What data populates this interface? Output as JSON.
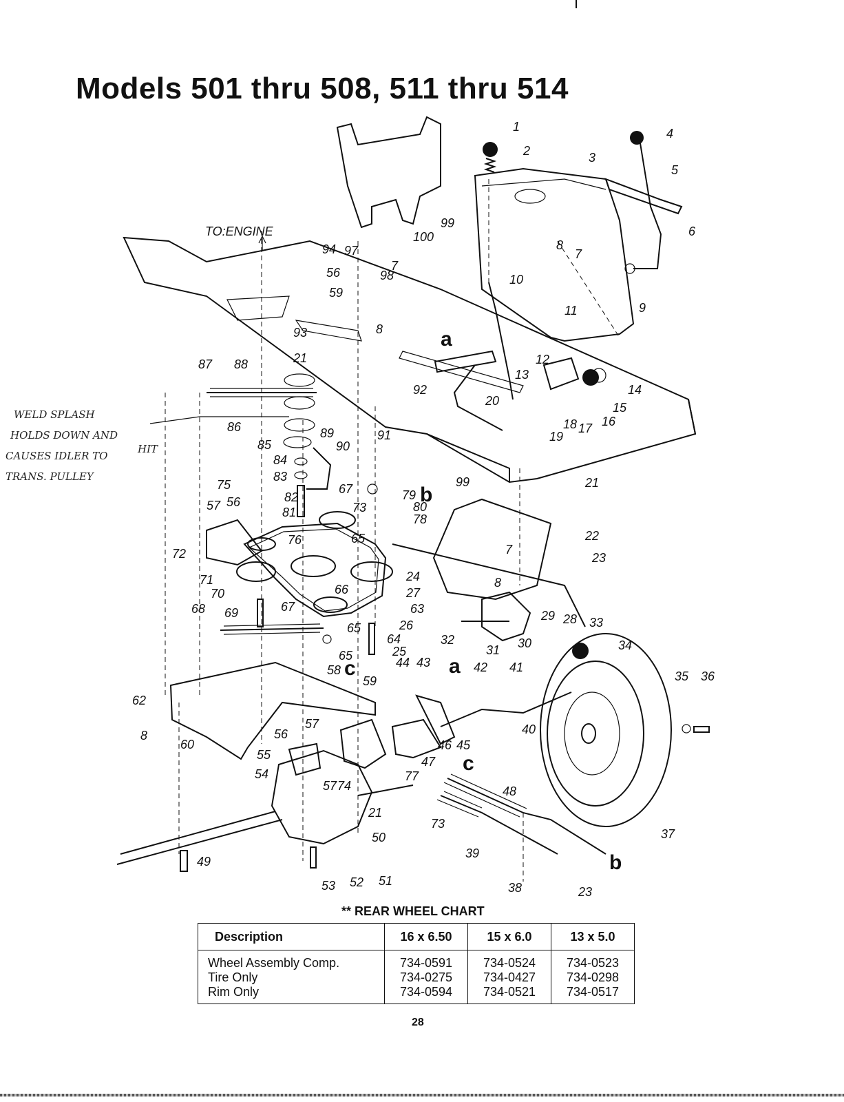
{
  "title": "Models 501 thru 508, 511 thru 514",
  "diagram": {
    "engine_label": "TO:ENGINE",
    "callouts": [
      "1",
      "2",
      "3",
      "4",
      "5",
      "6",
      "7",
      "8",
      "9",
      "10",
      "11",
      "12",
      "13",
      "14",
      "15",
      "16",
      "17",
      "18",
      "19",
      "20",
      "21",
      "22",
      "23",
      "24",
      "25",
      "26",
      "27",
      "28",
      "29",
      "30",
      "31",
      "32",
      "33",
      "34",
      "35",
      "36",
      "37",
      "38",
      "39",
      "40",
      "41",
      "42",
      "43",
      "44",
      "45",
      "46",
      "47",
      "48",
      "49",
      "50",
      "51",
      "52",
      "53",
      "54",
      "55",
      "56",
      "57",
      "58",
      "59",
      "60",
      "62",
      "63",
      "64",
      "65",
      "66",
      "67",
      "68",
      "69",
      "70",
      "71",
      "72",
      "73",
      "74",
      "75",
      "76",
      "77",
      "78",
      "79",
      "80",
      "81",
      "82",
      "83",
      "84",
      "85",
      "86",
      "87",
      "88",
      "89",
      "90",
      "91",
      "92",
      "93",
      "94",
      "97",
      "98",
      "99",
      "100"
    ],
    "reference_letters": [
      "a",
      "b",
      "c"
    ],
    "handwritten_note": [
      "WELD SPLASH",
      "HOLDS DOWN AND",
      "CAUSES IDLER TO",
      "HIT",
      "TRANS. PULLEY"
    ]
  },
  "chart": {
    "title": "** REAR WHEEL CHART",
    "headers": [
      "Description",
      "16 x 6.50",
      "15 x 6.0",
      "13 x 5.0"
    ],
    "rows": [
      {
        "description": "Wheel Assembly Comp.",
        "values": [
          "734-0591",
          "734-0524",
          "734-0523"
        ]
      },
      {
        "description": "Tire Only",
        "values": [
          "734-0275",
          "734-0427",
          "734-0298"
        ]
      },
      {
        "description": "Rim Only",
        "values": [
          "734-0594",
          "734-0521",
          "734-0517"
        ]
      }
    ]
  },
  "page_number": "28"
}
